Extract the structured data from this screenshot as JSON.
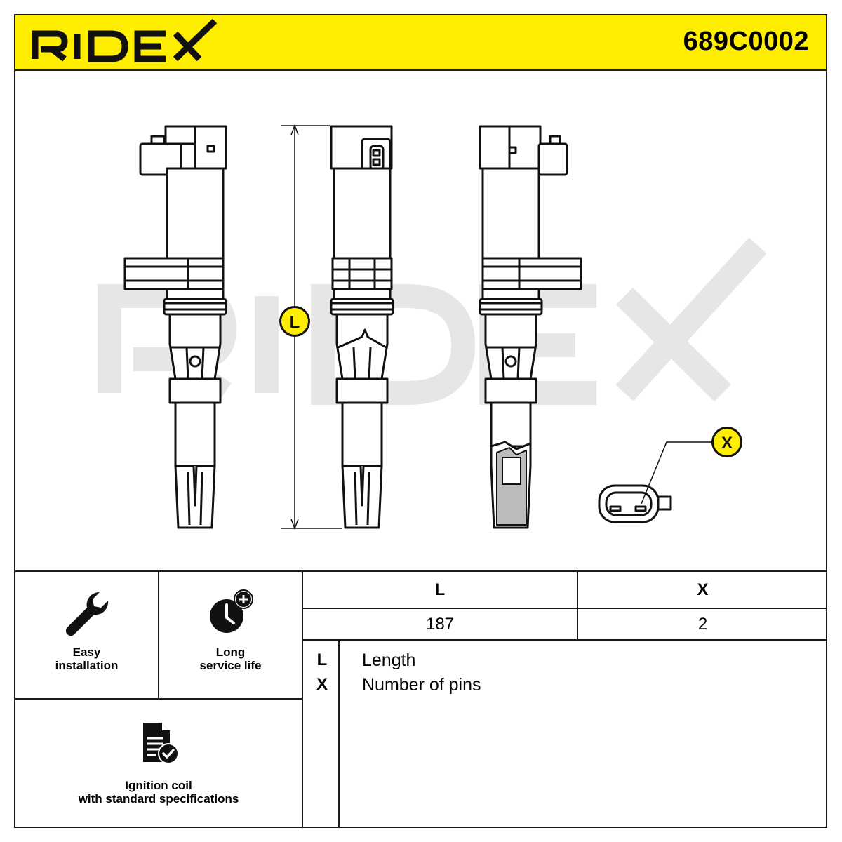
{
  "header": {
    "brand": "RIDEX",
    "part_number": "689C0002",
    "accent_color": "#ffee00"
  },
  "diagram": {
    "watermark": "RIDEX",
    "dimension_callout": "L",
    "connector_callout": "X"
  },
  "features": [
    {
      "icon": "wrench-icon",
      "label": "Easy\ninstallation"
    },
    {
      "icon": "clock-plus-icon",
      "label": "Long\nservice life"
    },
    {
      "icon": "document-check-icon",
      "label": "Ignition coil\nwith standard specifications"
    }
  ],
  "spec_table": {
    "headers": [
      "L",
      "X"
    ],
    "values": [
      "187",
      "2"
    ]
  },
  "legend": [
    {
      "key": "L",
      "text": "Length"
    },
    {
      "key": "X",
      "text": "Number of pins"
    }
  ]
}
